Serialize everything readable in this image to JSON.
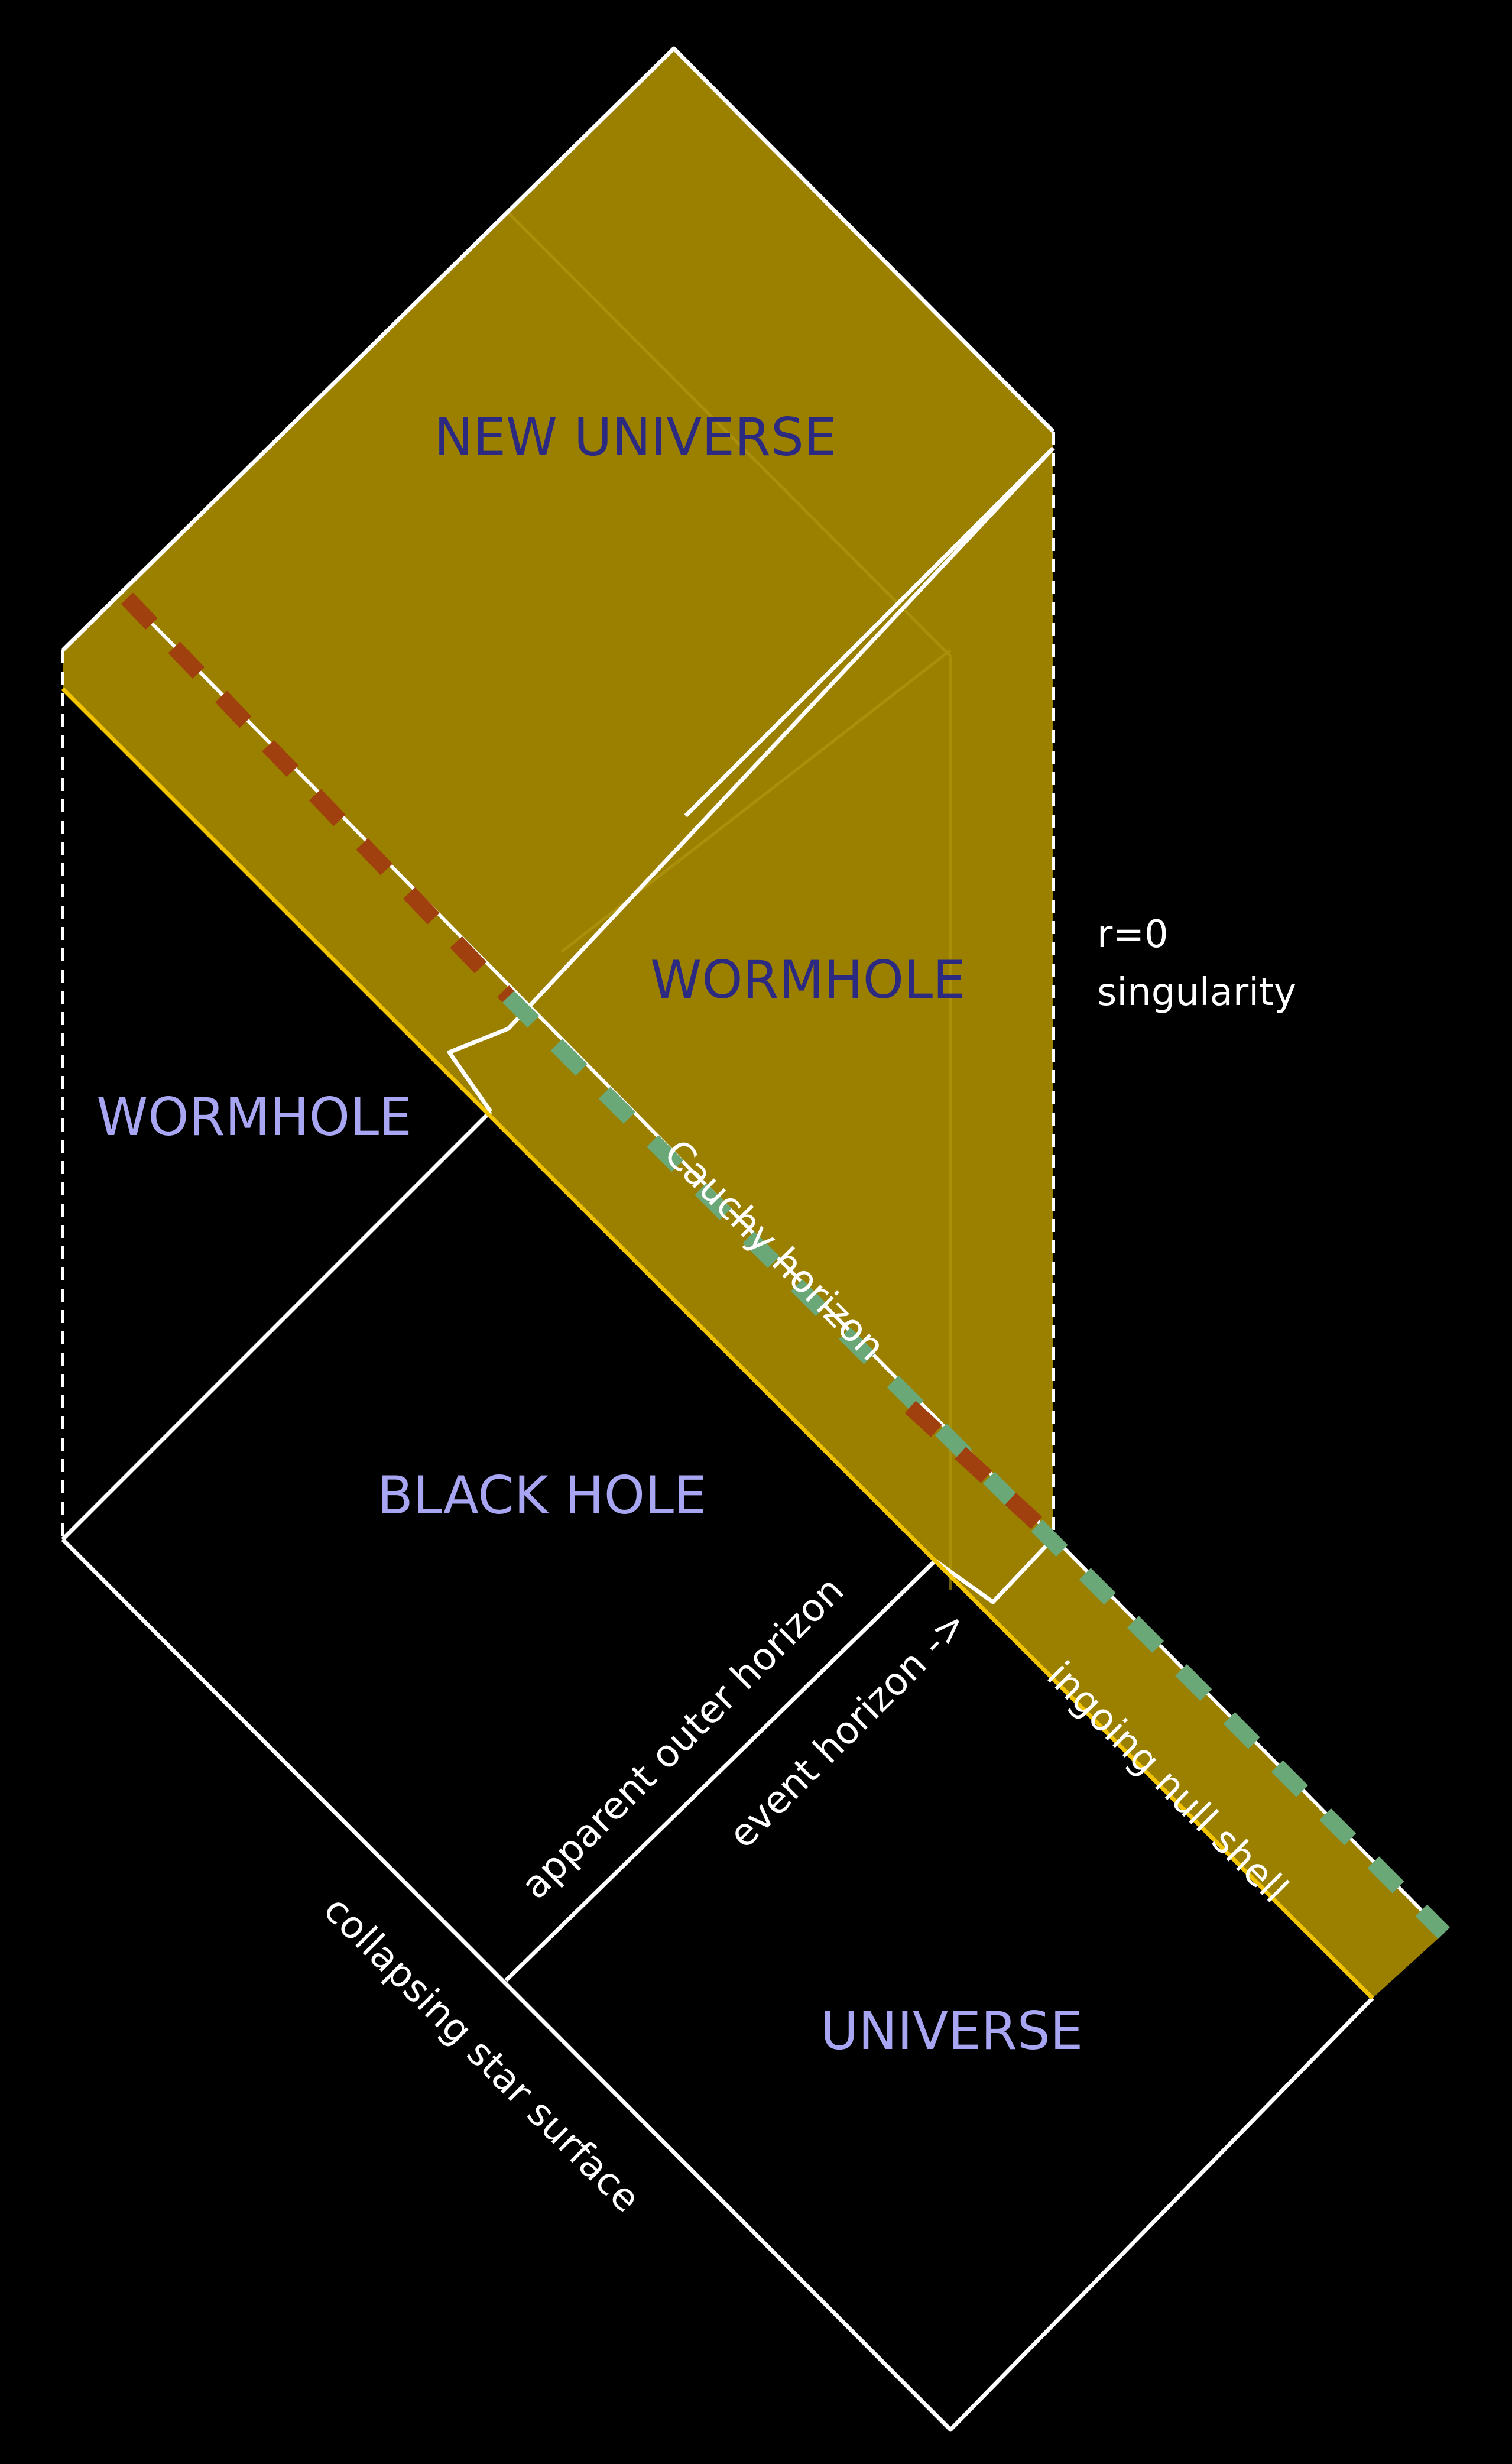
{
  "labels": {
    "new_universe": "NEW UNIVERSE",
    "wormhole_right": "WORMHOLE",
    "wormhole_left": "WORMHOLE",
    "black_hole": "BLACK HOLE",
    "universe": "UNIVERSE",
    "singularity_line1": "r=0",
    "singularity_line2": "singularity",
    "cauchy_horizon": "Cauchy horizon",
    "apparent_outer_horizon": "apparent outer horizon",
    "event_horizon": "event horizon ->",
    "ingoing_null_shell": "ingoing null shell",
    "collapsing_star_surface": "collapsing star surface"
  },
  "colors": {
    "background": "#000000",
    "shell_fill": "#9b8000",
    "outline": "#ffffff",
    "region_label_dark": "#2b2a80",
    "region_label_light": "#a8a6f2",
    "annotation_text": "#ffffff",
    "shell_edge": "#f2c400",
    "cauchy_dash_upper": "#a0400e",
    "cauchy_dash_lower": "#6aa877"
  }
}
